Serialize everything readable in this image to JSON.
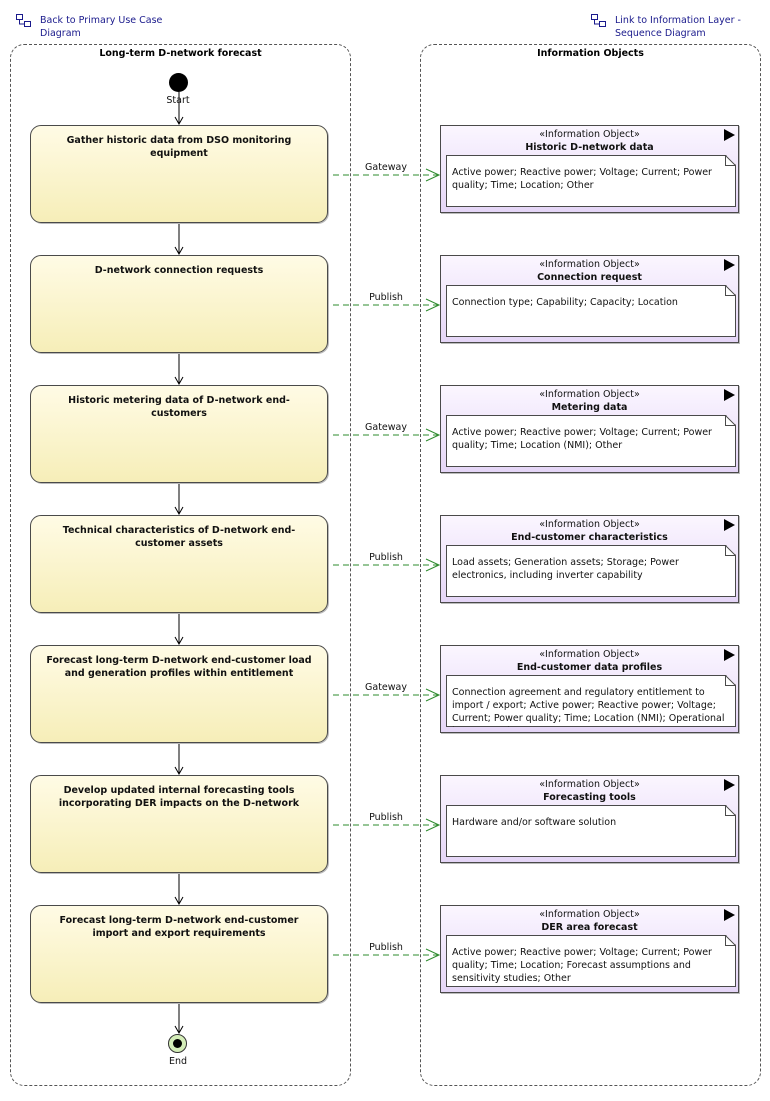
{
  "links": {
    "back": "Back to Primary Use Case Diagram",
    "forward": "Link to Information Layer - Sequence Diagram"
  },
  "lanes": {
    "left": "Long-term D-network forecast",
    "right": "Information Objects"
  },
  "nodes": {
    "start": "Start",
    "end": "End"
  },
  "stereotype": "«Information Object»",
  "actions": [
    "Gather historic data from DSO monitoring equipment",
    "D-network connection requests",
    "Historic metering data of D-network end-customers",
    "Technical characteristics of D-network end-customer assets",
    "Forecast long-term D-network end-customer load and generation profiles within entitlement",
    "Develop updated internal forecasting tools incorporating DER impacts on the D-network",
    "Forecast long-term D-network end-customer import and export requirements"
  ],
  "flows": [
    "Gateway",
    "Publish",
    "Gateway",
    "Publish",
    "Gateway",
    "Publish",
    "Publish"
  ],
  "objects": [
    {
      "name": "Historic D-network data",
      "note": "Active power; Reactive power; Voltage; Current; Power quality; Time; Location; Other"
    },
    {
      "name": "Connection request",
      "note": "Connection type; Capability; Capacity; Location"
    },
    {
      "name": "Metering data",
      "note": "Active power; Reactive power; Voltage; Current; Power quality; Time; Location (NMI); Other"
    },
    {
      "name": "End-customer characteristics",
      "note": "Load assets; Generation assets; Storage; Power electronics, including inverter capability"
    },
    {
      "name": "End-customer data profiles",
      "note": "Connection agreement and regulatory entitlement to import / export; Active power; Reactive power; Voltage; Current; Power quality; Time; Location (NMI); Operational impacts; Other"
    },
    {
      "name": "Forecasting tools",
      "note": "Hardware and/or software solution"
    },
    {
      "name": "DER area forecast",
      "note": "Active power; Reactive power; Voltage; Current; Power quality; Time; Location; Forecast assumptions and sensitivity studies; Other"
    }
  ],
  "colors": {
    "action_fill": "#f6eeb8",
    "object_fill": "#e5d6f7",
    "flow_line": "#2e8b2e",
    "link_text": "#1a1a8c"
  }
}
